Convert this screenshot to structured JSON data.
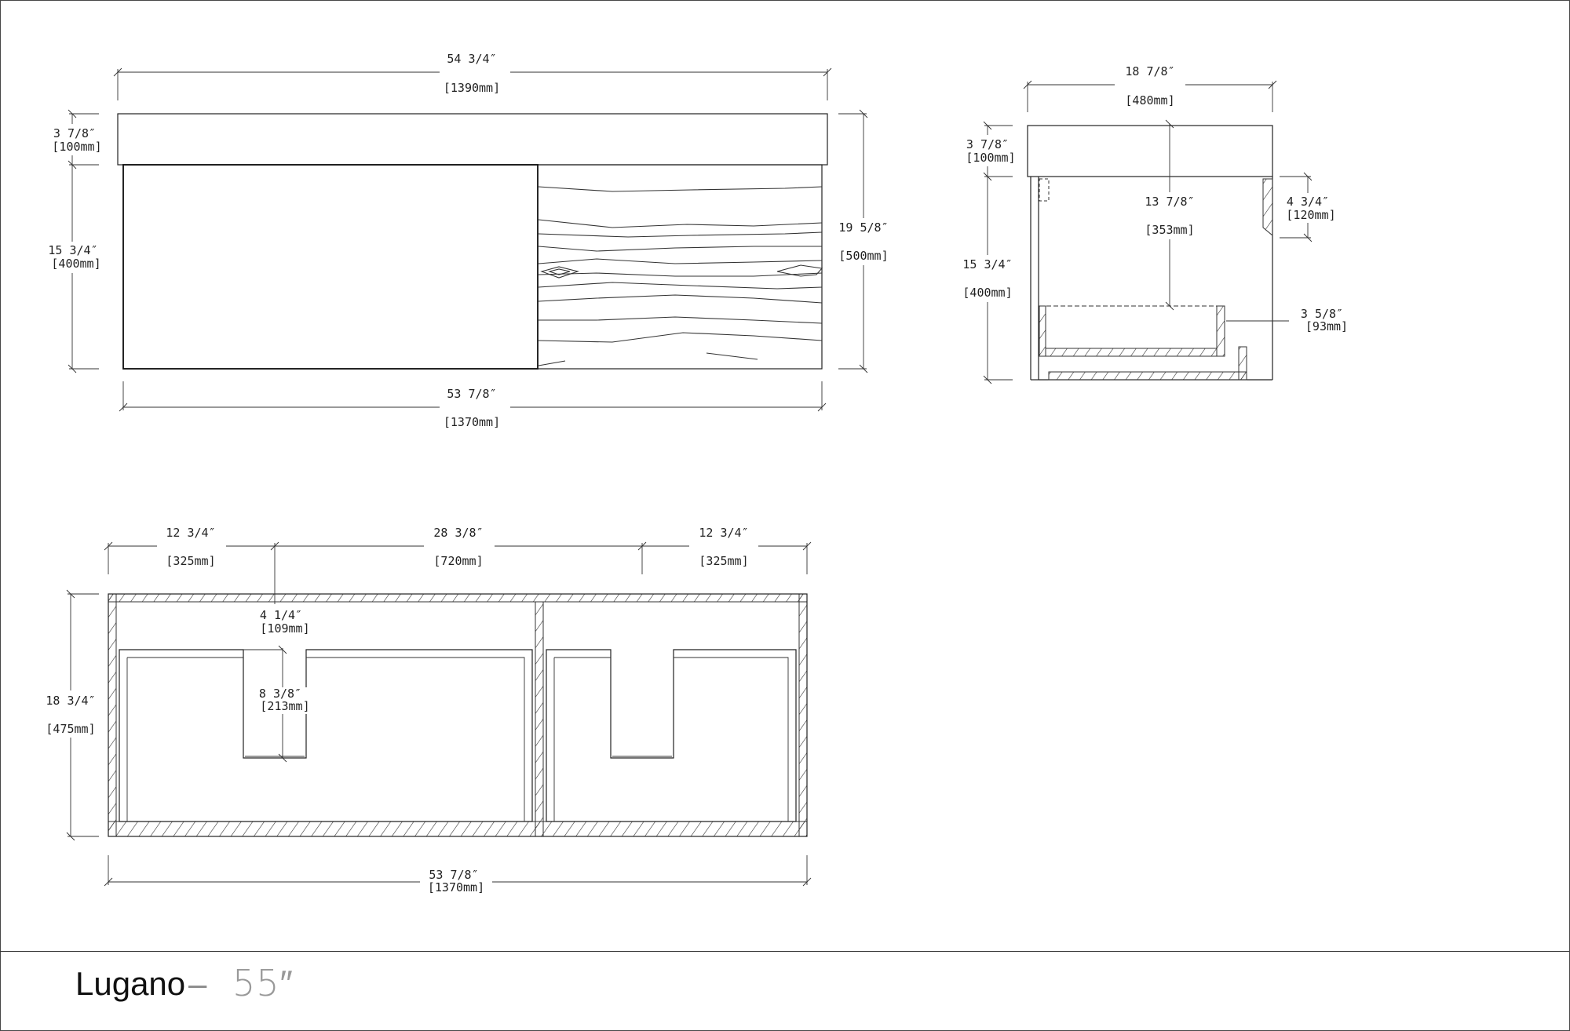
{
  "title": {
    "brand": "Lugano",
    "separator": "–",
    "size": "55″"
  },
  "front_view": {
    "overall_width_in": "54 3/4″",
    "overall_width_mm": "[1390mm]",
    "top_height_in": "3 7/8″",
    "top_height_mm": "[100mm]",
    "body_height_in": "15 3/4″",
    "body_height_mm": "[400mm]",
    "total_height_in": "19 5/8″",
    "total_height_mm": "[500mm]",
    "body_width_in": "53 7/8″",
    "body_width_mm": "[1370mm]"
  },
  "side_view": {
    "depth_in": "18 7/8″",
    "depth_mm": "[480mm]",
    "top_height_in": "3 7/8″",
    "top_height_mm": "[100mm]",
    "inner_height_in": "13 7/8″",
    "inner_height_mm": "[353mm]",
    "body_height_in": "15 3/4″",
    "body_height_mm": "[400mm]",
    "upper_gap_in": "4 3/4″",
    "upper_gap_mm": "[120mm]",
    "drawer_in": "3 5/8″",
    "drawer_mm": "[93mm]"
  },
  "plan_view": {
    "left_in": "12 3/4″",
    "left_mm": "[325mm]",
    "center_in": "28 3/8″",
    "center_mm": "[720mm]",
    "right_in": "12 3/4″",
    "right_mm": "[325mm]",
    "notch_width_in": "4 1/4″",
    "notch_width_mm": "[109mm]",
    "notch_depth_in": "8 3/8″",
    "notch_depth_mm": "[213mm]",
    "depth_in": "18 3/4″",
    "depth_mm": "[475mm]",
    "width_in": "53 7/8″",
    "width_mm": "[1370mm]"
  }
}
